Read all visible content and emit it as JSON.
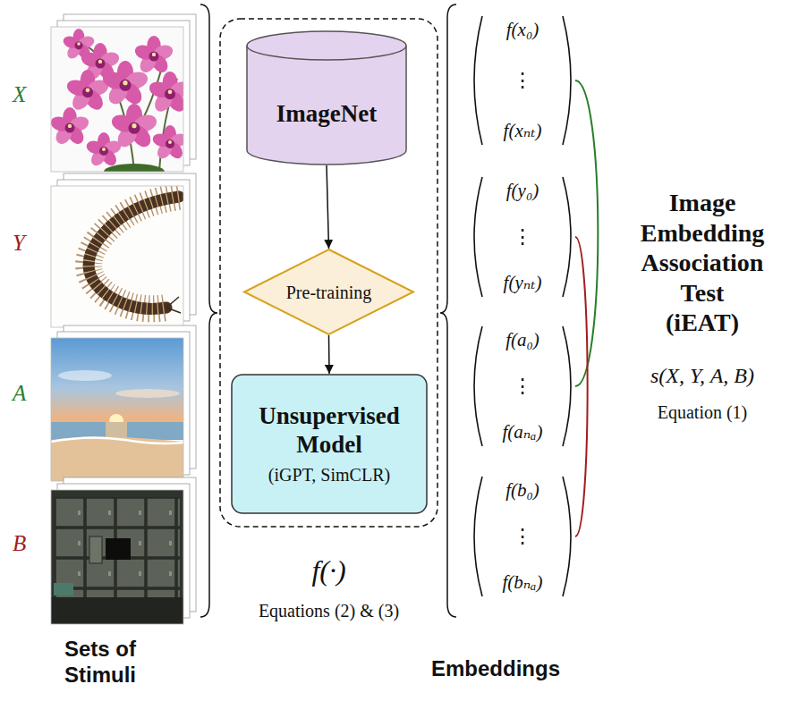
{
  "diagram": {
    "nodes": [
      {
        "text": [
          "f(·)",
          "Equations (2) & (3)"
        ]
      },
      {
        "text": [
          "ImageNet"
        ],
        "in": 0
      },
      {
        "text": [
          "Pre-training"
        ],
        "in": 0
      },
      {
        "text": [
          "Unsupervised Model",
          "(iGPT, SimCLR)"
        ],
        "in": 0
      },
      {
        "text": [
          "f(x₀)",
          "⋮",
          "f(xₙₜ)"
        ]
      },
      {
        "text": [
          "f(y₀)",
          "⋮",
          "f(yₙₜ)"
        ]
      },
      {
        "text": [
          "f(a₀)",
          "⋮",
          "f(aₙₐ)"
        ]
      },
      {
        "text": [
          "f(b₀)",
          "⋮",
          "f(bₙₐ)"
        ]
      }
    ],
    "edges": [
      {
        "from": 1,
        "to": 2,
        "arrow": "to"
      },
      {
        "from": 2,
        "to": 3,
        "arrow": "to"
      },
      {
        "from": 4,
        "to": 6,
        "arrow": "none"
      },
      {
        "from": 5,
        "to": 7,
        "arrow": "none"
      }
    ],
    "labels": [
      "X",
      "Y",
      "A",
      "B",
      "Image Embedding Association Test (iEAT)",
      "s(X, Y, A, B)",
      "Equation (1)",
      "Sets of Stimuli",
      "Embeddings"
    ]
  }
}
